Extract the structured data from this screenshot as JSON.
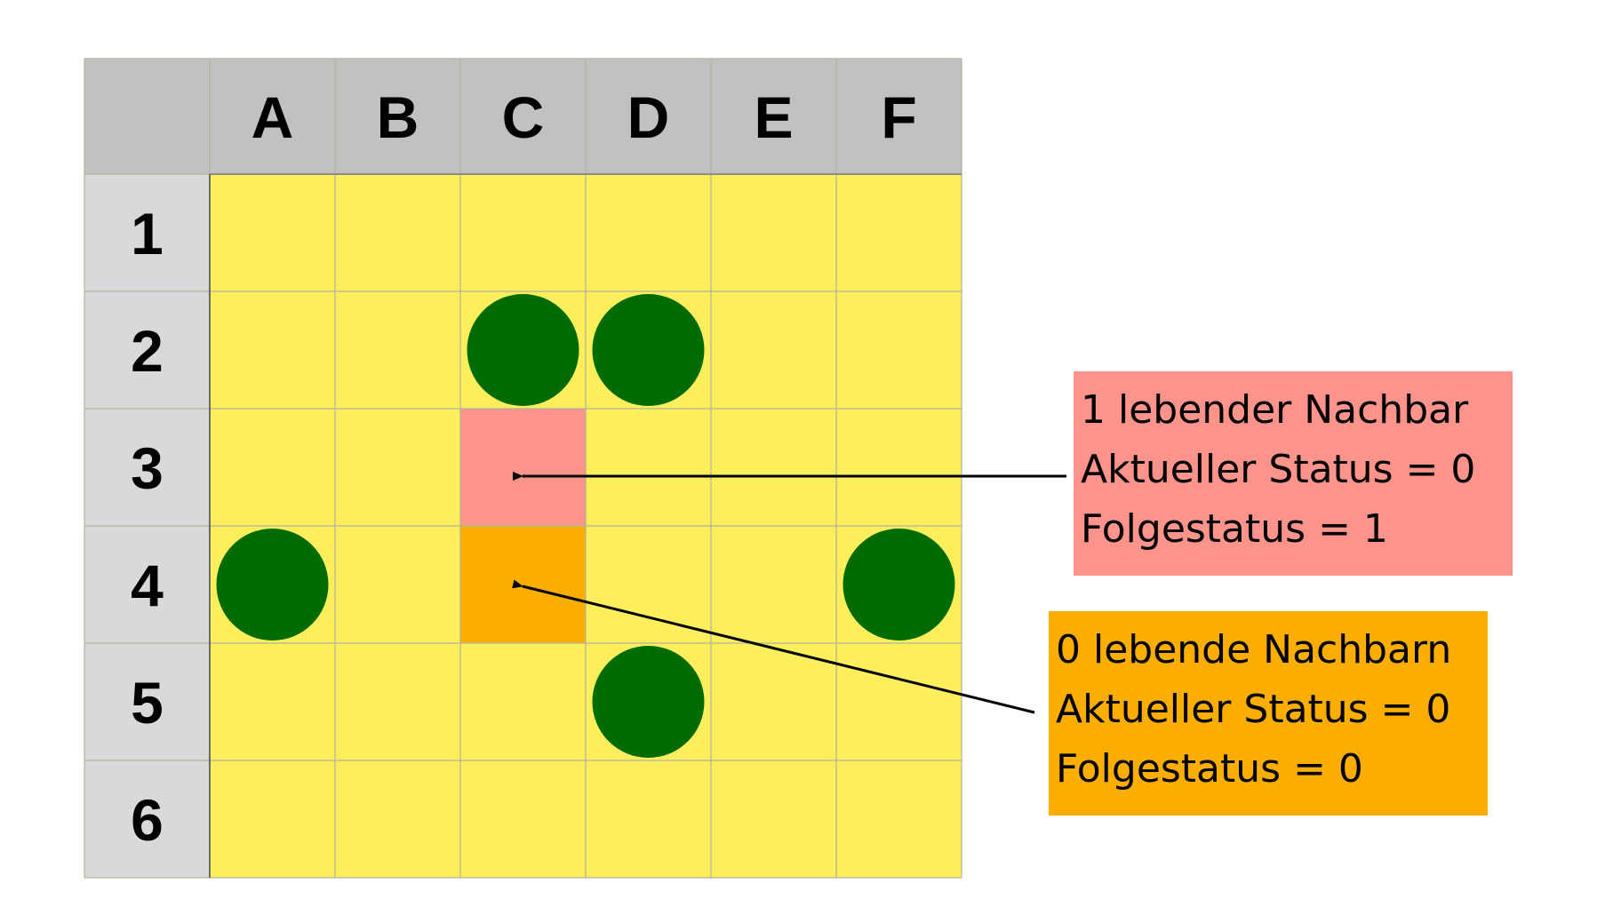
{
  "grid": {
    "column_headers": [
      "A",
      "B",
      "C",
      "D",
      "E",
      "F"
    ],
    "row_headers": [
      "1",
      "2",
      "3",
      "4",
      "5",
      "6"
    ],
    "colors": {
      "header_bg": "#c0c1c0",
      "row_header_bg": "#d9d9d9",
      "cell_bg": "#fdee5c",
      "grid_line": "#b3b39a",
      "living_cell": "#006c00",
      "highlight_pink": "#fd948c",
      "highlight_orange": "#fbae00"
    },
    "living_cells": [
      {
        "col": "C",
        "row": "2"
      },
      {
        "col": "D",
        "row": "2"
      },
      {
        "col": "A",
        "row": "4"
      },
      {
        "col": "F",
        "row": "4"
      },
      {
        "col": "D",
        "row": "5"
      }
    ],
    "highlighted_cells": [
      {
        "col": "C",
        "row": "3",
        "color": "pink"
      },
      {
        "col": "C",
        "row": "4",
        "color": "orange"
      }
    ]
  },
  "annotations": [
    {
      "id": "pink",
      "lines": [
        "1 lebender Nachbar",
        "Aktueller Status = 0",
        "Folgestatus = 1"
      ],
      "target": {
        "col": "C",
        "row": "3"
      }
    },
    {
      "id": "orange",
      "lines": [
        "0 lebende Nachbarn",
        "Aktueller Status = 0",
        "Folgestatus = 0"
      ],
      "target": {
        "col": "C",
        "row": "4"
      }
    }
  ]
}
